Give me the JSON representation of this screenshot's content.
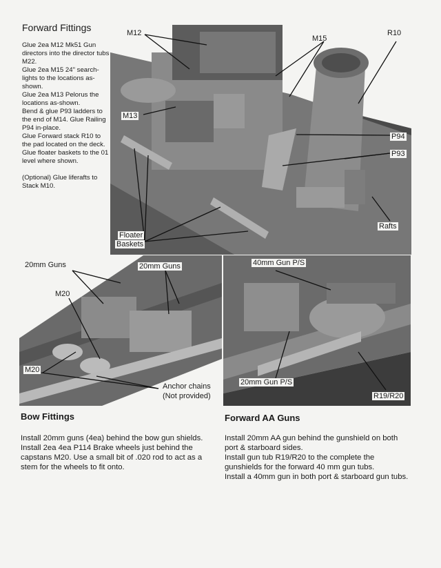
{
  "forward": {
    "title": "Forward Fittings",
    "instructions": [
      "Glue 2ea M12 Mk51 Gun directors into the director tubs M22.",
      "Glue 2ea M15 24\" search-lights to the locations as-shown.",
      "Glue 2ea M13 Pelorus  the locations as-shown.",
      "Bend & glue P93 ladders to the end of M14. Glue Railing P94 in-place.",
      "Glue Forward stack R10 to the pad located on the deck.",
      "Glue floater baskets to the 01 level where shown."
    ],
    "optional": "(Optional) Glue liferafts to Stack M10.",
    "labels": {
      "m12": "M12",
      "m15": "M15",
      "r10": "R10",
      "m13": "M13",
      "p94": "P94",
      "p93": "P93",
      "rafts": "Rafts",
      "floater": "Floater",
      "baskets": "Baskets"
    }
  },
  "bow": {
    "title": "Bow Fittings",
    "labels": {
      "guns_left": "20mm Guns",
      "guns_right": "20mm Guns",
      "m20_top": "M20",
      "m20_bottom": "M20",
      "anchor1": "Anchor chains",
      "anchor2": "(Not provided)"
    },
    "text": "Install 20mm guns (4ea) behind the bow gun shields. Install 2ea 4ea P114 Brake wheels just behind the capstans M20. Use a small bit of .020 rod to act as a stem for the wheels to fit onto."
  },
  "aa": {
    "title": "Forward AA Guns",
    "labels": {
      "gun40": "40mm Gun P/S",
      "gun20": "20mm Gun P/S",
      "r1920": "R19/R20"
    },
    "paragraphs": [
      "Install 20mm AA gun behind the gunshield on both port & starboard sides.",
      "Install gun tub R19/R20 to the complete the gunshields for the forward 40 mm gun tubs.",
      "Install a 40mm gun in both port & starboard gun tubs."
    ]
  }
}
